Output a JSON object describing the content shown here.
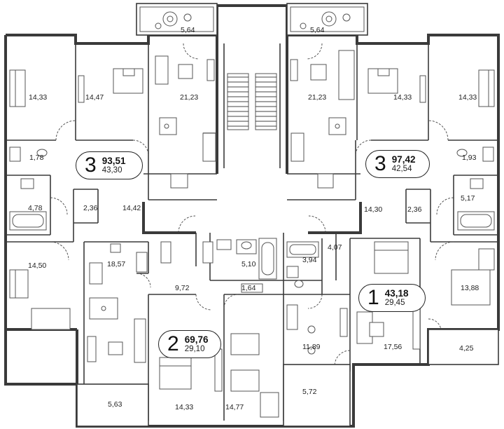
{
  "room_areas": {
    "balcony_top_left": "5,64",
    "balcony_top_right": "5,64",
    "a3l_bedroom_1": "14,33",
    "a3l_bedroom_2": "14,47",
    "a3l_living": "21,23",
    "a3l_wc": "1,78",
    "a3l_bath": "4,78",
    "a3l_storage": "2,36",
    "a3l_hall": "14,42",
    "a3l_bedroom_3": "14,50",
    "a3r_living": "21,23",
    "a3r_bedroom_1": "14,33",
    "a3r_bedroom_2": "14,33",
    "a3r_wc": "1,93",
    "a3r_bath": "5,17",
    "a3r_hall": "14,30",
    "a3r_storage": "2,36",
    "a3r_bedroom_3": "13,88",
    "a2_kitchen": "18,57",
    "a2_bath": "5,10",
    "a2_hall": "9,72",
    "a2_wc": "1,64",
    "a2_balcony": "5,63",
    "a2_bedroom_1": "14,33",
    "a2_bedroom_2": "14,77",
    "a1_wc_corr": "4,07",
    "a1_bath": "3,94",
    "a1_hall": "11,89",
    "a1_living": "17,56",
    "a1_balcony_right": "4,25",
    "a1_balcony_bottom": "5,72"
  },
  "apartments": [
    {
      "id": "apt-3-left",
      "rooms": "3",
      "total_area": "93,51",
      "living_area": "43,30"
    },
    {
      "id": "apt-3-right",
      "rooms": "3",
      "total_area": "97,42",
      "living_area": "42,54"
    },
    {
      "id": "apt-1",
      "rooms": "1",
      "total_area": "43,18",
      "living_area": "29,45"
    },
    {
      "id": "apt-2",
      "rooms": "2",
      "total_area": "69,76",
      "living_area": "29,10"
    }
  ]
}
